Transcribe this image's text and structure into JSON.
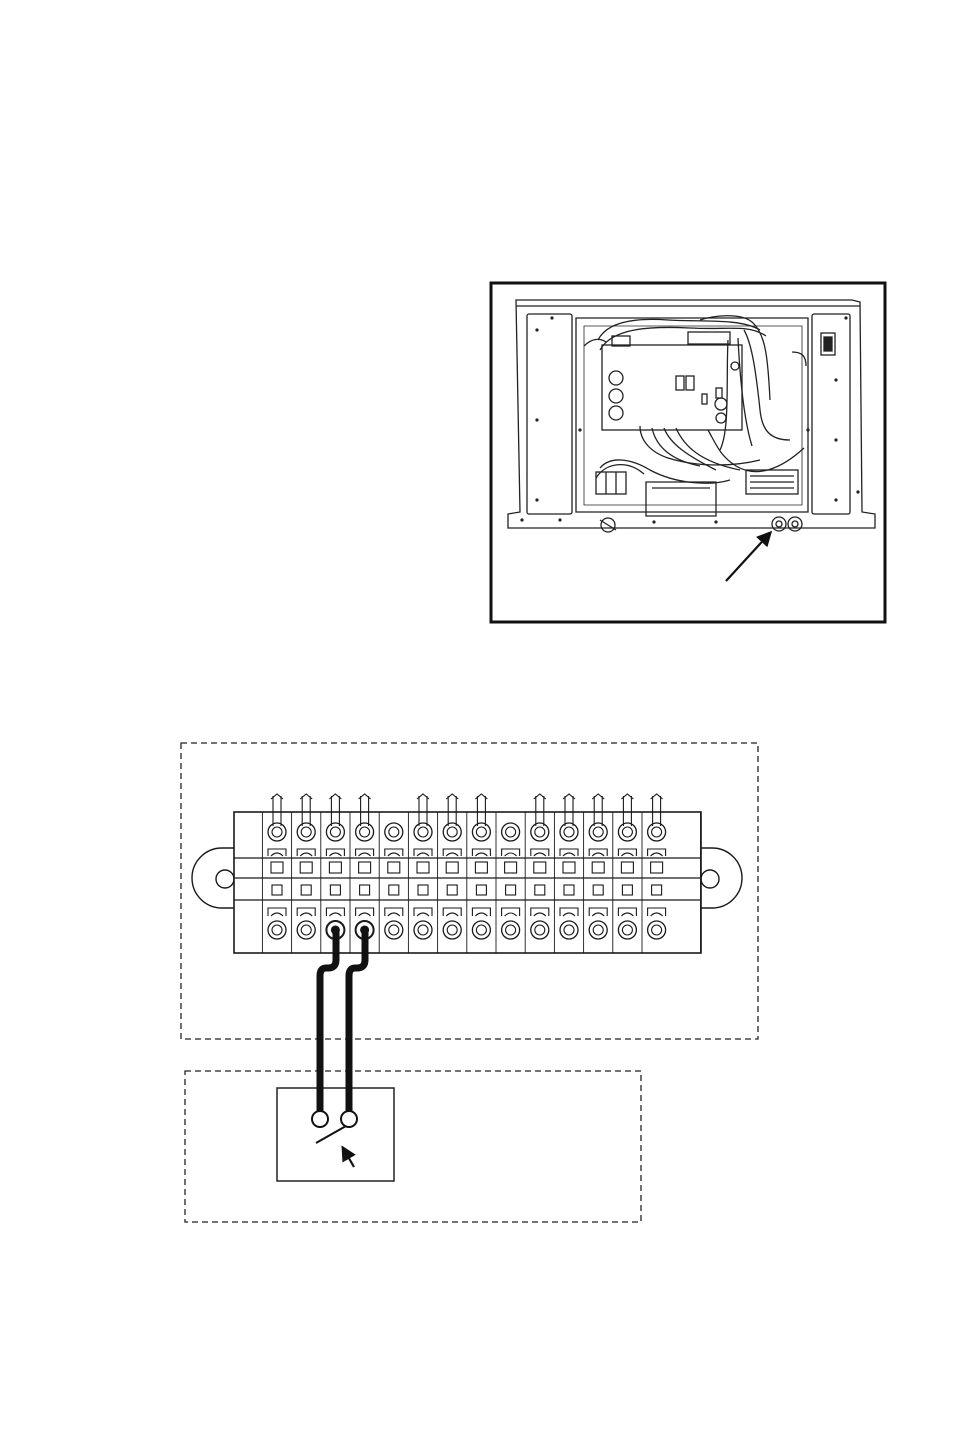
{
  "colors": {
    "ink": "#1a1a1a",
    "paper": "#ffffff",
    "wire": "#111111"
  },
  "terminal_block": {
    "terminal_count": 14,
    "upper_wired_terminals": [
      0,
      1,
      2,
      3,
      5,
      6,
      7,
      9,
      10,
      11,
      12,
      13
    ],
    "lower_wired_terminals": [
      2,
      3
    ]
  },
  "icons": {
    "pointer_arrow": "arrow-up-right-icon",
    "switch_actuator_arrow": "arrow-up-left-icon"
  }
}
